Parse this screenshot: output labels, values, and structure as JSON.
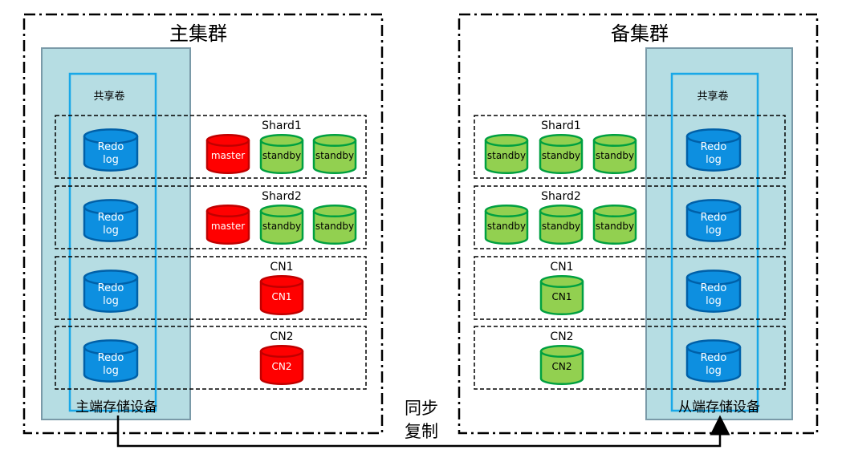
{
  "primary": {
    "title": "主集群",
    "storage_label": "主端存储设备",
    "volume_label": "共享卷",
    "groups": [
      {
        "label": "Shard1",
        "log": [
          "Redo",
          "log"
        ],
        "nodes": [
          {
            "text": "master",
            "role": "master"
          },
          {
            "text": "standby",
            "role": "standby"
          },
          {
            "text": "standby",
            "role": "standby"
          }
        ]
      },
      {
        "label": "Shard2",
        "log": [
          "Redo",
          "log"
        ],
        "nodes": [
          {
            "text": "master",
            "role": "master"
          },
          {
            "text": "standby",
            "role": "standby"
          },
          {
            "text": "standby",
            "role": "standby"
          }
        ]
      },
      {
        "label": "CN1",
        "log": [
          "Redo",
          "log"
        ],
        "nodes": [
          {
            "text": "CN1",
            "role": "master"
          }
        ]
      },
      {
        "label": "CN2",
        "log": [
          "Redo",
          "log"
        ],
        "nodes": [
          {
            "text": "CN2",
            "role": "master"
          }
        ]
      }
    ]
  },
  "standby": {
    "title": "备集群",
    "storage_label": "从端存储设备",
    "volume_label": "共享卷",
    "groups": [
      {
        "label": "Shard1",
        "log": [
          "Redo",
          "log"
        ],
        "nodes": [
          {
            "text": "standby",
            "role": "standby"
          },
          {
            "text": "standby",
            "role": "standby"
          },
          {
            "text": "standby",
            "role": "standby"
          }
        ]
      },
      {
        "label": "Shard2",
        "log": [
          "Redo",
          "log"
        ],
        "nodes": [
          {
            "text": "standby",
            "role": "standby"
          },
          {
            "text": "standby",
            "role": "standby"
          },
          {
            "text": "standby",
            "role": "standby"
          }
        ]
      },
      {
        "label": "CN1",
        "log": [
          "Redo",
          "log"
        ],
        "nodes": [
          {
            "text": "CN1",
            "role": "standby"
          }
        ]
      },
      {
        "label": "CN2",
        "log": [
          "Redo",
          "log"
        ],
        "nodes": [
          {
            "text": "CN2",
            "role": "standby"
          }
        ]
      }
    ]
  },
  "replication": {
    "line1": "同步",
    "line2": "复制"
  },
  "colors": {
    "master_fill": "#ff0000",
    "master_stroke": "#c00000",
    "standby_fill": "#92d050",
    "standby_stroke": "#00a040",
    "log_fill": "#0d8fe0",
    "log_stroke": "#0060a8",
    "storage_fill": "#b6dde3",
    "storage_stroke": "#7a9aa8",
    "volume_stroke": "#19a8e8"
  }
}
